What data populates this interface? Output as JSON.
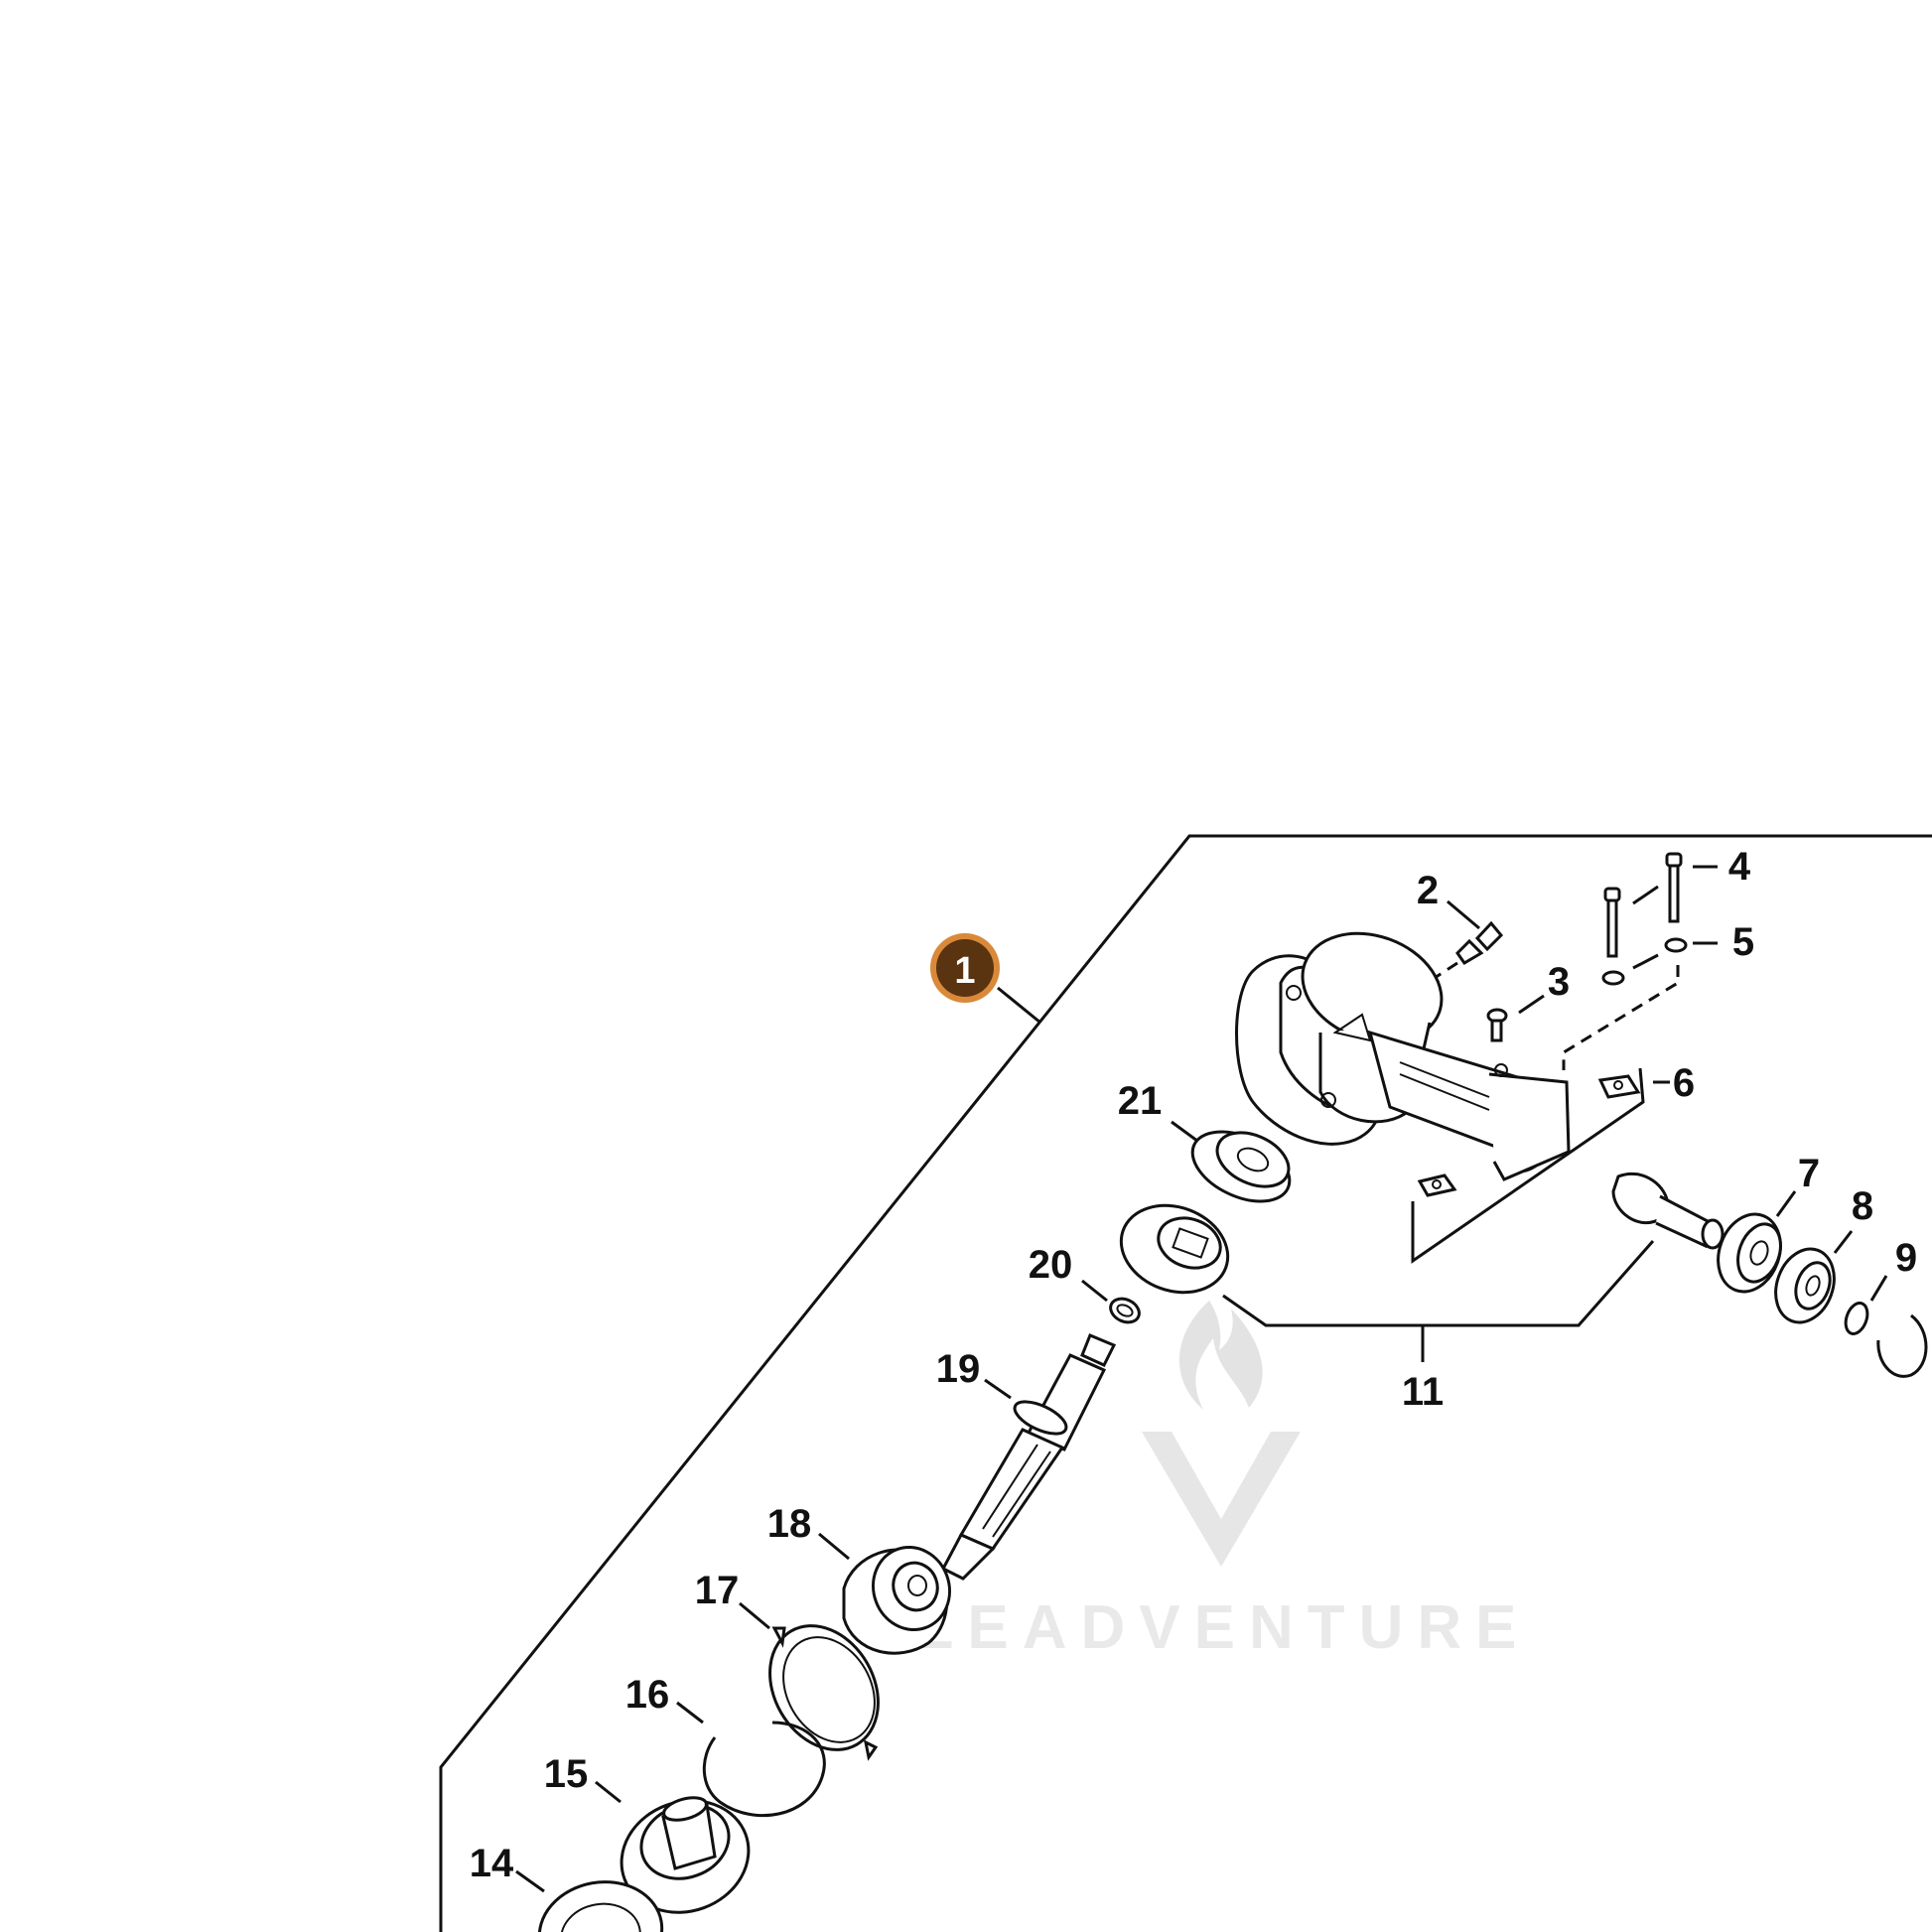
{
  "callouts": [
    {
      "id": "badge",
      "text": "1"
    },
    {
      "id": "p2",
      "text": "2"
    },
    {
      "id": "p3",
      "text": "3"
    },
    {
      "id": "p4",
      "text": "4"
    },
    {
      "id": "p5",
      "text": "5"
    },
    {
      "id": "p6",
      "text": "6"
    },
    {
      "id": "p7",
      "text": "7"
    },
    {
      "id": "p8",
      "text": "8"
    },
    {
      "id": "p9",
      "text": "9"
    },
    {
      "id": "p11",
      "text": "11"
    },
    {
      "id": "p14",
      "text": "14"
    },
    {
      "id": "p15",
      "text": "15"
    },
    {
      "id": "p16",
      "text": "16"
    },
    {
      "id": "p17",
      "text": "17"
    },
    {
      "id": "p18",
      "text": "18"
    },
    {
      "id": "p19",
      "text": "19"
    },
    {
      "id": "p20",
      "text": "20"
    },
    {
      "id": "p21",
      "text": "21"
    }
  ],
  "watermark": {
    "text": "LEADVENTURE"
  },
  "colors": {
    "line": "#111111",
    "badge_fill": "#5a3311",
    "badge_ring": "#d9893a",
    "watermark": "#d8d8d8"
  }
}
